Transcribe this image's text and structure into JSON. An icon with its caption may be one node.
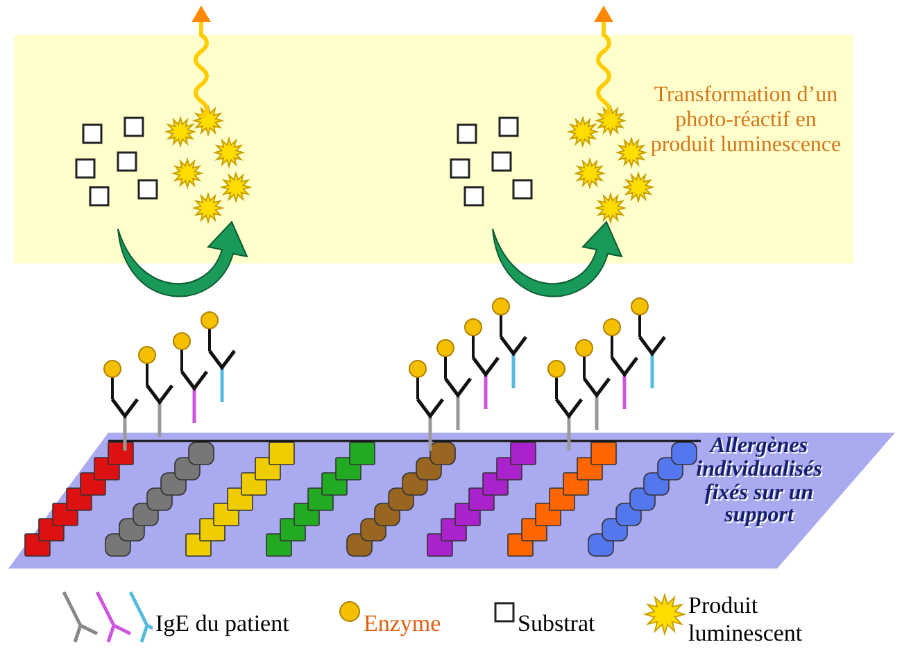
{
  "diagram": {
    "nodes": [
      {
        "text": [
          "Transformation d’un photo-réactif en produit luminescence"
        ]
      },
      {
        "text": [
          "Allergènes individualisés fixés sur un support"
        ]
      }
    ],
    "edges": [],
    "legend": [
      {
        "text": "IgE du patient"
      },
      {
        "text": "Enzyme"
      },
      {
        "text": "Substrat"
      },
      {
        "text": "Produit luminescent"
      }
    ]
  }
}
